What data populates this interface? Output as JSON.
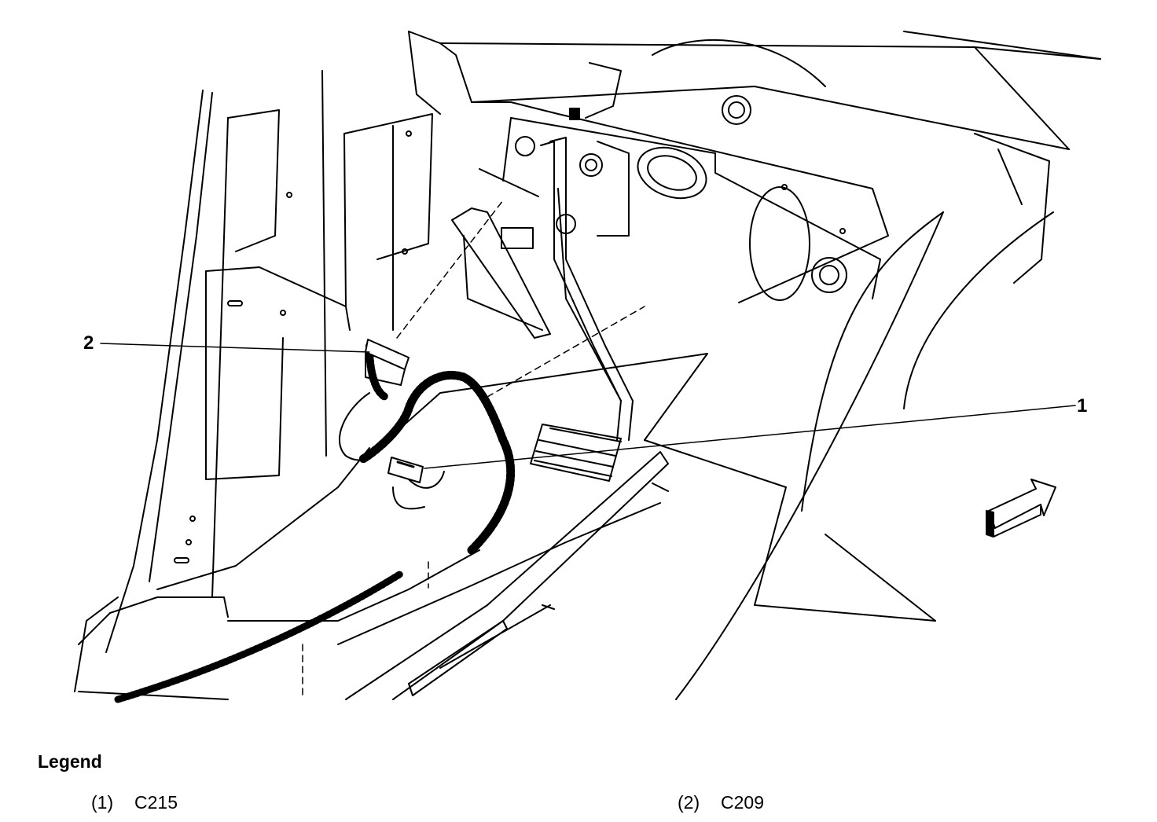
{
  "callouts": [
    {
      "number": "1",
      "connector": "C215"
    },
    {
      "number": "2",
      "connector": "C209"
    }
  ],
  "legend": {
    "title": "Legend",
    "items": [
      {
        "number": "(1)",
        "label": "C215"
      },
      {
        "number": "(2)",
        "label": "C209"
      }
    ]
  },
  "icons": {
    "direction_arrow": "forward-arrow-icon"
  },
  "colors": {
    "line": "#000000",
    "background": "#ffffff"
  }
}
